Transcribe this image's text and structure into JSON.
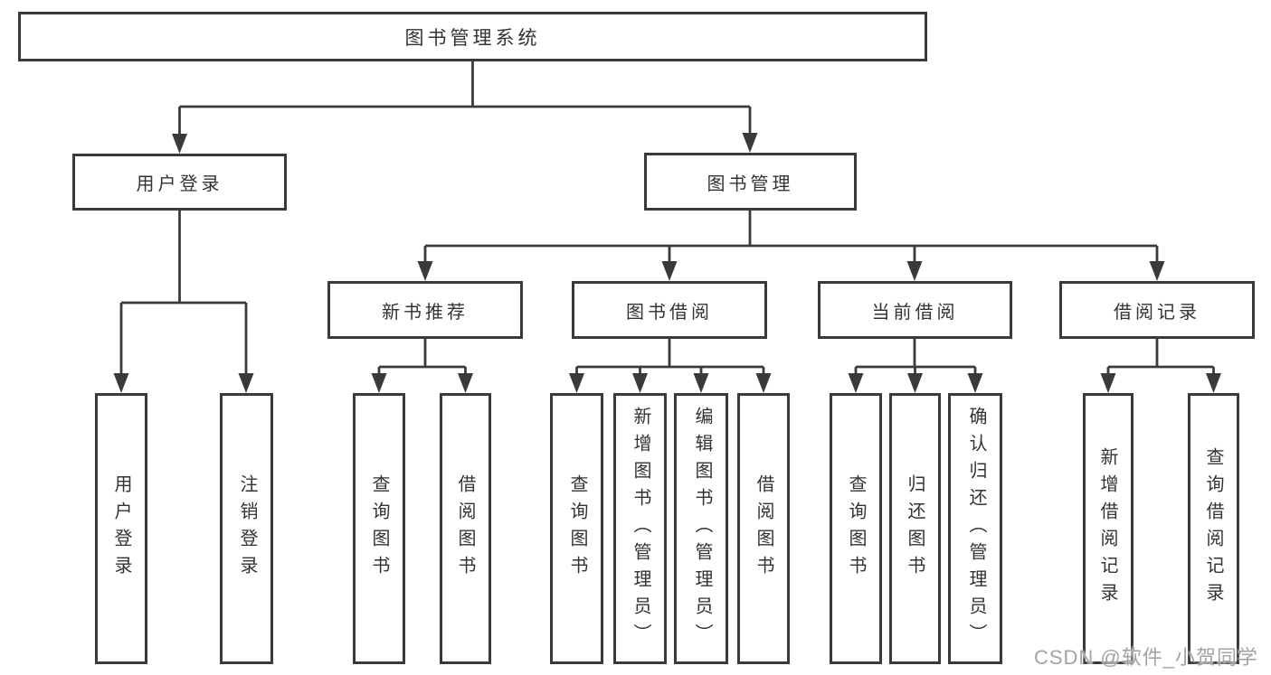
{
  "diagram": {
    "root": {
      "label": "图书管理系统"
    },
    "branches": [
      {
        "label": "用户登录",
        "children": [
          {
            "label": "用户登录"
          },
          {
            "label": "注销登录"
          }
        ]
      },
      {
        "label": "图书管理",
        "children": [
          {
            "label": "新书推荐",
            "children": [
              {
                "label": "查询图书"
              },
              {
                "label": "借阅图书"
              }
            ]
          },
          {
            "label": "图书借阅",
            "children": [
              {
                "label": "查询图书"
              },
              {
                "label": "新增图书（管理员）"
              },
              {
                "label": "编辑图书（管理员）"
              },
              {
                "label": "借阅图书"
              }
            ]
          },
          {
            "label": "当前借阅",
            "children": [
              {
                "label": "查询图书"
              },
              {
                "label": "归还图书"
              },
              {
                "label": "确认归还（管理员）"
              }
            ]
          },
          {
            "label": "借阅记录",
            "children": [
              {
                "label": "新增借阅记录"
              },
              {
                "label": "查询借阅记录"
              }
            ]
          }
        ]
      }
    ]
  },
  "watermark": "CSDN @软件_小贺同学",
  "colors": {
    "line": "#3a3a3a",
    "text": "#333333",
    "background": "#ffffff",
    "watermark": "#a3a3a3"
  }
}
